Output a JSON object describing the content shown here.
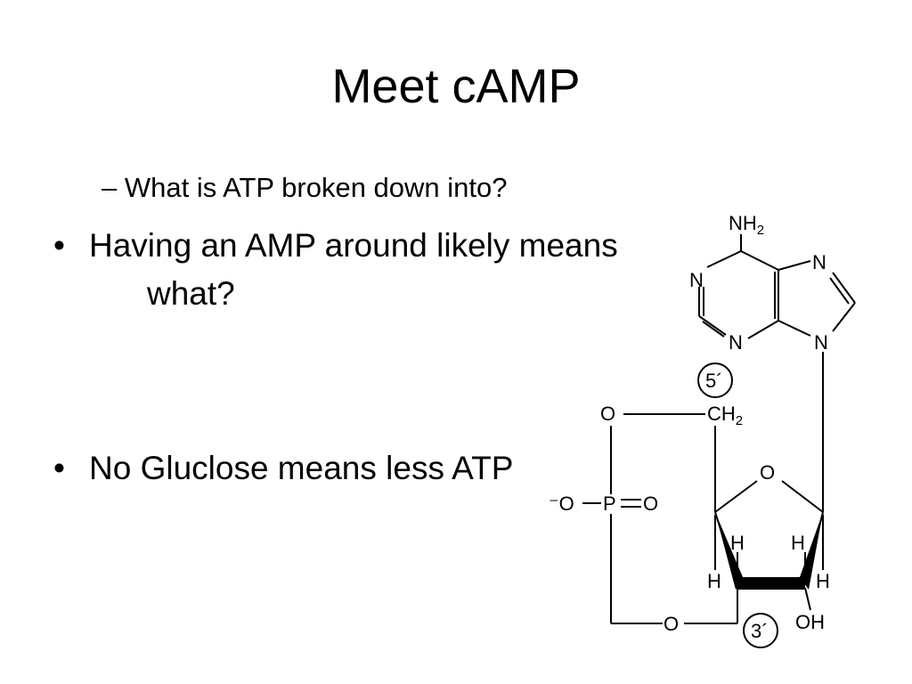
{
  "title": "Meet cAMP",
  "sub_bullet": "– What is ATP broken down into?",
  "bullets": [
    {
      "marker": "•",
      "text": "Having an AMP around likely means"
    },
    {
      "marker": "•",
      "text": "No Gluclose means less ATP"
    }
  ],
  "bullet_continuation": "what?",
  "molecule": {
    "nh2": "NH",
    "nh2_sub": "2",
    "n_label": "N",
    "label_5prime": "5´",
    "label_3prime": "3´",
    "o_label": "O",
    "ch2": "CH",
    "ch2_sub": "2",
    "phosphate_left": "⁻O",
    "phosphate_p": "P",
    "phosphate_right": "O",
    "h_label": "H",
    "oh_label": "OH"
  }
}
